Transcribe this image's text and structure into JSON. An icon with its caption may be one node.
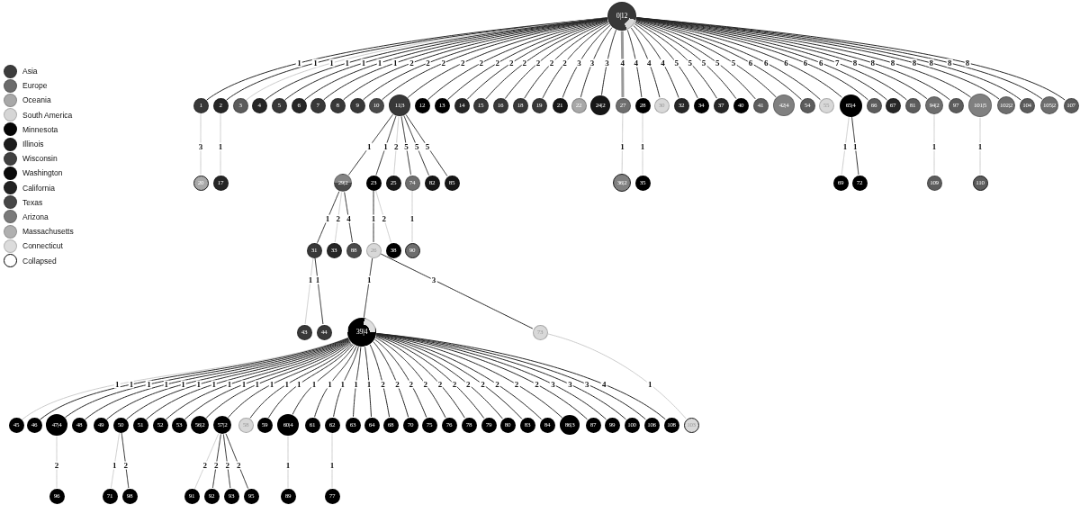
{
  "diagram": {
    "nodes": [
      {
        "text": [
          "0|12"
        ]
      },
      {
        "text": [
          "1"
        ]
      },
      {
        "text": [
          "2"
        ]
      },
      {
        "text": [
          "3"
        ]
      },
      {
        "text": [
          "4"
        ]
      },
      {
        "text": [
          "5"
        ]
      },
      {
        "text": [
          "6"
        ]
      },
      {
        "text": [
          "7"
        ]
      },
      {
        "text": [
          "8"
        ]
      },
      {
        "text": [
          "9"
        ]
      },
      {
        "text": [
          "10"
        ]
      },
      {
        "text": [
          "11|3"
        ]
      },
      {
        "text": [
          "12"
        ]
      },
      {
        "text": [
          "13"
        ]
      },
      {
        "text": [
          "14"
        ]
      },
      {
        "text": [
          "15"
        ]
      },
      {
        "text": [
          "16"
        ]
      },
      {
        "text": [
          "18"
        ]
      },
      {
        "text": [
          "19"
        ]
      },
      {
        "text": [
          "21"
        ]
      },
      {
        "text": [
          "22"
        ]
      },
      {
        "text": [
          "24|2"
        ]
      },
      {
        "text": [
          "27"
        ]
      },
      {
        "text": [
          "28"
        ]
      },
      {
        "text": [
          "30"
        ]
      },
      {
        "text": [
          "32"
        ]
      },
      {
        "text": [
          "34"
        ]
      },
      {
        "text": [
          "37"
        ]
      },
      {
        "text": [
          "40"
        ]
      },
      {
        "text": [
          "41"
        ]
      },
      {
        "text": [
          "42|4"
        ]
      },
      {
        "text": [
          "54"
        ]
      },
      {
        "text": [
          "55"
        ]
      },
      {
        "text": [
          "65|4"
        ]
      },
      {
        "text": [
          "66"
        ]
      },
      {
        "text": [
          "67"
        ]
      },
      {
        "text": [
          "81"
        ]
      },
      {
        "text": [
          "94|2"
        ]
      },
      {
        "text": [
          "97"
        ]
      },
      {
        "text": [
          "101|5"
        ]
      },
      {
        "text": [
          "102|2"
        ]
      },
      {
        "text": [
          "104"
        ]
      },
      {
        "text": [
          "105|2"
        ]
      },
      {
        "text": [
          "107"
        ]
      },
      {
        "text": [
          "20"
        ]
      },
      {
        "text": [
          "17"
        ]
      },
      {
        "text": [
          "29|2"
        ]
      },
      {
        "text": [
          "23"
        ]
      },
      {
        "text": [
          "25"
        ]
      },
      {
        "text": [
          "74"
        ]
      },
      {
        "text": [
          "82"
        ]
      },
      {
        "text": [
          "85"
        ]
      },
      {
        "text": [
          "36|2"
        ]
      },
      {
        "text": [
          "35"
        ]
      },
      {
        "text": [
          "69"
        ]
      },
      {
        "text": [
          "72"
        ]
      },
      {
        "text": [
          "109"
        ]
      },
      {
        "text": [
          "110"
        ]
      },
      {
        "text": [
          "31"
        ]
      },
      {
        "text": [
          "33"
        ]
      },
      {
        "text": [
          "88"
        ]
      },
      {
        "text": [
          "26"
        ]
      },
      {
        "text": [
          "38"
        ]
      },
      {
        "text": [
          "90"
        ]
      },
      {
        "text": [
          "43"
        ]
      },
      {
        "text": [
          "44"
        ]
      },
      {
        "text": [
          "39|4"
        ]
      },
      {
        "text": [
          "73"
        ]
      },
      {
        "text": [
          "45"
        ]
      },
      {
        "text": [
          "46"
        ]
      },
      {
        "text": [
          "47|4"
        ]
      },
      {
        "text": [
          "48"
        ]
      },
      {
        "text": [
          "49"
        ]
      },
      {
        "text": [
          "50"
        ]
      },
      {
        "text": [
          "51"
        ]
      },
      {
        "text": [
          "52"
        ]
      },
      {
        "text": [
          "53"
        ]
      },
      {
        "text": [
          "56|2"
        ]
      },
      {
        "text": [
          "57|2"
        ]
      },
      {
        "text": [
          "58"
        ]
      },
      {
        "text": [
          "59"
        ]
      },
      {
        "text": [
          "60|4"
        ]
      },
      {
        "text": [
          "61"
        ]
      },
      {
        "text": [
          "62"
        ]
      },
      {
        "text": [
          "63"
        ]
      },
      {
        "text": [
          "64"
        ]
      },
      {
        "text": [
          "68"
        ]
      },
      {
        "text": [
          "70"
        ]
      },
      {
        "text": [
          "75"
        ]
      },
      {
        "text": [
          "76"
        ]
      },
      {
        "text": [
          "78"
        ]
      },
      {
        "text": [
          "79"
        ]
      },
      {
        "text": [
          "80"
        ]
      },
      {
        "text": [
          "83"
        ]
      },
      {
        "text": [
          "84"
        ]
      },
      {
        "text": [
          "86|3"
        ]
      },
      {
        "text": [
          "87"
        ]
      },
      {
        "text": [
          "99"
        ]
      },
      {
        "text": [
          "100"
        ]
      },
      {
        "text": [
          "106"
        ]
      },
      {
        "text": [
          "108"
        ]
      },
      {
        "text": [
          "103"
        ]
      },
      {
        "text": [
          "96"
        ]
      },
      {
        "text": [
          "71"
        ]
      },
      {
        "text": [
          "98"
        ]
      },
      {
        "text": [
          "91"
        ]
      },
      {
        "text": [
          "92"
        ]
      },
      {
        "text": [
          "93"
        ]
      },
      {
        "text": [
          "95"
        ]
      },
      {
        "text": [
          "89"
        ]
      },
      {
        "text": [
          "77"
        ]
      }
    ],
    "edges": [
      {
        "from": 0,
        "to": 1,
        "label": "1",
        "arrow": "none"
      },
      {
        "from": 0,
        "to": 2,
        "label": "1",
        "arrow": "none"
      },
      {
        "from": 0,
        "to": 3,
        "label": "1",
        "arrow": "none",
        "color": "#cccccc"
      },
      {
        "from": 0,
        "to": 4,
        "label": "1",
        "arrow": "none"
      },
      {
        "from": 0,
        "to": 5,
        "label": "1",
        "arrow": "none"
      },
      {
        "from": 0,
        "to": 6,
        "label": "1",
        "arrow": "none"
      },
      {
        "from": 0,
        "to": 7,
        "label": "1",
        "arrow": "none"
      },
      {
        "from": 0,
        "to": 8,
        "label": "2",
        "arrow": "none"
      },
      {
        "from": 0,
        "to": 9,
        "label": "2",
        "arrow": "none"
      },
      {
        "from": 0,
        "to": 10,
        "label": "2",
        "arrow": "none"
      },
      {
        "from": 0,
        "to": 11,
        "label": "2",
        "arrow": "none"
      },
      {
        "from": 0,
        "to": 12,
        "label": "2",
        "arrow": "none"
      },
      {
        "from": 0,
        "to": 13,
        "label": "2",
        "arrow": "none"
      },
      {
        "from": 0,
        "to": 14,
        "label": "2",
        "arrow": "none"
      },
      {
        "from": 0,
        "to": 15,
        "label": "2",
        "arrow": "none"
      },
      {
        "from": 0,
        "to": 16,
        "label": "2",
        "arrow": "none"
      },
      {
        "from": 0,
        "to": 17,
        "label": "2",
        "arrow": "none"
      },
      {
        "from": 0,
        "to": 18,
        "label": "2",
        "arrow": "none"
      },
      {
        "from": 0,
        "to": 19,
        "label": "3",
        "arrow": "none"
      },
      {
        "from": 0,
        "to": 20,
        "label": "3",
        "arrow": "none"
      },
      {
        "from": 0,
        "to": 21,
        "label": "3",
        "arrow": "none"
      },
      {
        "from": 0,
        "to": 22,
        "label": "4",
        "arrow": "none",
        "style": "thick",
        "color": "#999999"
      },
      {
        "from": 0,
        "to": 23,
        "label": "4",
        "arrow": "none"
      },
      {
        "from": 0,
        "to": 24,
        "label": "4",
        "arrow": "none"
      },
      {
        "from": 0,
        "to": 25,
        "label": "4",
        "arrow": "none"
      },
      {
        "from": 0,
        "to": 26,
        "label": "5",
        "arrow": "none"
      },
      {
        "from": 0,
        "to": 27,
        "label": "5",
        "arrow": "none"
      },
      {
        "from": 0,
        "to": 28,
        "label": "5",
        "arrow": "none"
      },
      {
        "from": 0,
        "to": 29,
        "label": "5",
        "arrow": "none"
      },
      {
        "from": 0,
        "to": 30,
        "label": "5",
        "arrow": "none"
      },
      {
        "from": 0,
        "to": 31,
        "label": "6",
        "arrow": "none"
      },
      {
        "from": 0,
        "to": 32,
        "label": "6",
        "arrow": "none"
      },
      {
        "from": 0,
        "to": 33,
        "label": "6",
        "arrow": "none"
      },
      {
        "from": 0,
        "to": 34,
        "label": "6",
        "arrow": "none"
      },
      {
        "from": 0,
        "to": 35,
        "label": "6",
        "arrow": "none"
      },
      {
        "from": 0,
        "to": 36,
        "label": "7",
        "arrow": "none"
      },
      {
        "from": 0,
        "to": 37,
        "label": "8",
        "arrow": "none"
      },
      {
        "from": 0,
        "to": 38,
        "label": "8",
        "arrow": "none"
      },
      {
        "from": 0,
        "to": 39,
        "label": "8",
        "arrow": "none"
      },
      {
        "from": 0,
        "to": 40,
        "label": "8",
        "arrow": "none"
      },
      {
        "from": 0,
        "to": 41,
        "label": "8",
        "arrow": "none"
      },
      {
        "from": 0,
        "to": 42,
        "label": "8",
        "arrow": "none"
      },
      {
        "from": 0,
        "to": 43,
        "label": "8",
        "arrow": "none"
      },
      {
        "from": 1,
        "to": 44,
        "label": "3",
        "arrow": "none",
        "color": "#cccccc"
      },
      {
        "from": 2,
        "to": 45,
        "label": "1",
        "arrow": "none",
        "color": "#cccccc"
      },
      {
        "from": 11,
        "to": 46,
        "label": "1",
        "arrow": "none"
      },
      {
        "from": 11,
        "to": 47,
        "label": "1",
        "arrow": "none"
      },
      {
        "from": 11,
        "to": 48,
        "label": "2",
        "arrow": "none",
        "color": "#cccccc"
      },
      {
        "from": 11,
        "to": 49,
        "label": "5",
        "arrow": "none"
      },
      {
        "from": 11,
        "to": 50,
        "label": "5",
        "arrow": "none"
      },
      {
        "from": 11,
        "to": 51,
        "label": "5",
        "arrow": "none"
      },
      {
        "from": 22,
        "to": 52,
        "label": "1",
        "arrow": "none",
        "color": "#cccccc"
      },
      {
        "from": 23,
        "to": 53,
        "label": "1",
        "arrow": "none",
        "color": "#cccccc"
      },
      {
        "from": 33,
        "to": 54,
        "label": "1",
        "arrow": "none",
        "color": "#cccccc"
      },
      {
        "from": 33,
        "to": 55,
        "label": "1",
        "arrow": "none"
      },
      {
        "from": 37,
        "to": 56,
        "label": "1",
        "arrow": "none",
        "color": "#cccccc"
      },
      {
        "from": 39,
        "to": 57,
        "label": "1",
        "arrow": "none",
        "color": "#cccccc"
      },
      {
        "from": 46,
        "to": 58,
        "label": "1",
        "arrow": "none"
      },
      {
        "from": 46,
        "to": 59,
        "label": "2",
        "arrow": "none",
        "color": "#cccccc"
      },
      {
        "from": 46,
        "to": 60,
        "label": "4",
        "arrow": "none"
      },
      {
        "from": 47,
        "to": 61,
        "label": "1",
        "arrow": "none"
      },
      {
        "from": 47,
        "to": 62,
        "label": "2",
        "arrow": "none",
        "color": "#cccccc"
      },
      {
        "from": 49,
        "to": 63,
        "label": "1",
        "arrow": "none",
        "color": "#cccccc"
      },
      {
        "from": 58,
        "to": 64,
        "label": "1",
        "arrow": "none",
        "color": "#cccccc"
      },
      {
        "from": 58,
        "to": 65,
        "label": "1",
        "arrow": "none"
      },
      {
        "from": 61,
        "to": 66,
        "label": "1",
        "arrow": "none"
      },
      {
        "from": 61,
        "to": 67,
        "label": "3",
        "arrow": "none"
      },
      {
        "from": 66,
        "to": 68,
        "label": "1",
        "arrow": "none",
        "color": "#cccccc"
      },
      {
        "from": 66,
        "to": 69,
        "label": "1",
        "arrow": "none"
      },
      {
        "from": 66,
        "to": 70,
        "label": "1",
        "arrow": "none"
      },
      {
        "from": 66,
        "to": 71,
        "label": "1",
        "arrow": "none"
      },
      {
        "from": 66,
        "to": 72,
        "label": "1",
        "arrow": "none"
      },
      {
        "from": 66,
        "to": 73,
        "label": "1",
        "arrow": "none"
      },
      {
        "from": 66,
        "to": 74,
        "label": "1",
        "arrow": "none"
      },
      {
        "from": 66,
        "to": 75,
        "label": "1",
        "arrow": "none"
      },
      {
        "from": 66,
        "to": 76,
        "label": "1",
        "arrow": "none"
      },
      {
        "from": 66,
        "to": 77,
        "label": "1",
        "arrow": "none"
      },
      {
        "from": 66,
        "to": 78,
        "label": "1",
        "arrow": "none"
      },
      {
        "from": 66,
        "to": 79,
        "label": "1",
        "arrow": "none"
      },
      {
        "from": 66,
        "to": 80,
        "label": "1",
        "arrow": "none"
      },
      {
        "from": 66,
        "to": 81,
        "label": "1",
        "arrow": "none"
      },
      {
        "from": 66,
        "to": 82,
        "label": "1",
        "arrow": "none"
      },
      {
        "from": 66,
        "to": 83,
        "label": "1",
        "arrow": "none"
      },
      {
        "from": 66,
        "to": 84,
        "label": "1",
        "arrow": "none"
      },
      {
        "from": 66,
        "to": 85,
        "label": "1",
        "arrow": "none"
      },
      {
        "from": 66,
        "to": 86,
        "label": "2",
        "arrow": "none"
      },
      {
        "from": 66,
        "to": 87,
        "label": "2",
        "arrow": "none"
      },
      {
        "from": 66,
        "to": 88,
        "label": "2",
        "arrow": "none"
      },
      {
        "from": 66,
        "to": 89,
        "label": "2",
        "arrow": "none"
      },
      {
        "from": 66,
        "to": 90,
        "label": "2",
        "arrow": "none"
      },
      {
        "from": 66,
        "to": 91,
        "label": "2",
        "arrow": "none"
      },
      {
        "from": 66,
        "to": 92,
        "label": "2",
        "arrow": "none"
      },
      {
        "from": 66,
        "to": 93,
        "label": "2",
        "arrow": "none"
      },
      {
        "from": 66,
        "to": 94,
        "label": "2",
        "arrow": "none"
      },
      {
        "from": 66,
        "to": 95,
        "label": "2",
        "arrow": "none"
      },
      {
        "from": 66,
        "to": 96,
        "label": "2",
        "arrow": "none"
      },
      {
        "from": 66,
        "to": 97,
        "label": "3",
        "arrow": "none"
      },
      {
        "from": 66,
        "to": 98,
        "label": "3",
        "arrow": "none"
      },
      {
        "from": 66,
        "to": 99,
        "label": "3",
        "arrow": "none"
      },
      {
        "from": 66,
        "to": 100,
        "label": "4",
        "arrow": "none"
      },
      {
        "from": 67,
        "to": 101,
        "label": "1",
        "arrow": "none",
        "color": "#cccccc"
      },
      {
        "from": 70,
        "to": 102,
        "label": "2",
        "arrow": "none",
        "color": "#cccccc"
      },
      {
        "from": 73,
        "to": 103,
        "label": "1",
        "arrow": "none",
        "color": "#cccccc"
      },
      {
        "from": 73,
        "to": 104,
        "label": "2",
        "arrow": "none"
      },
      {
        "from": 78,
        "to": 105,
        "label": "2",
        "arrow": "none",
        "color": "#cccccc"
      },
      {
        "from": 78,
        "to": 106,
        "label": "2",
        "arrow": "none"
      },
      {
        "from": 78,
        "to": 107,
        "label": "2",
        "arrow": "none"
      },
      {
        "from": 78,
        "to": 108,
        "label": "2",
        "arrow": "none"
      },
      {
        "from": 81,
        "to": 109,
        "label": "1",
        "arrow": "none",
        "color": "#cccccc"
      },
      {
        "from": 83,
        "to": 110,
        "label": "1",
        "arrow": "none",
        "color": "#cccccc"
      }
    ],
    "legend": [
      {
        "text": "Asia",
        "color": "#3d3d3d"
      },
      {
        "text": "Europe",
        "color": "#6b6b6b"
      },
      {
        "text": "Oceania",
        "color": "#a8a8a8"
      },
      {
        "text": "South America",
        "color": "#d6d6d6"
      },
      {
        "text": "Minnesota",
        "color": "#050505"
      },
      {
        "text": "Illinois",
        "color": "#1c1c1c"
      },
      {
        "text": "Wisconsin",
        "color": "#404040"
      },
      {
        "text": "Washington",
        "color": "#0a0a0a"
      },
      {
        "text": "California",
        "color": "#222222"
      },
      {
        "text": "Texas",
        "color": "#474747"
      },
      {
        "text": "Arizona",
        "color": "#7a7a7a"
      },
      {
        "text": "Massachusetts",
        "color": "#b0b0b0"
      },
      {
        "text": "Connecticut",
        "color": "#dcdcdc"
      },
      {
        "text": "Collapsed"
      }
    ]
  }
}
